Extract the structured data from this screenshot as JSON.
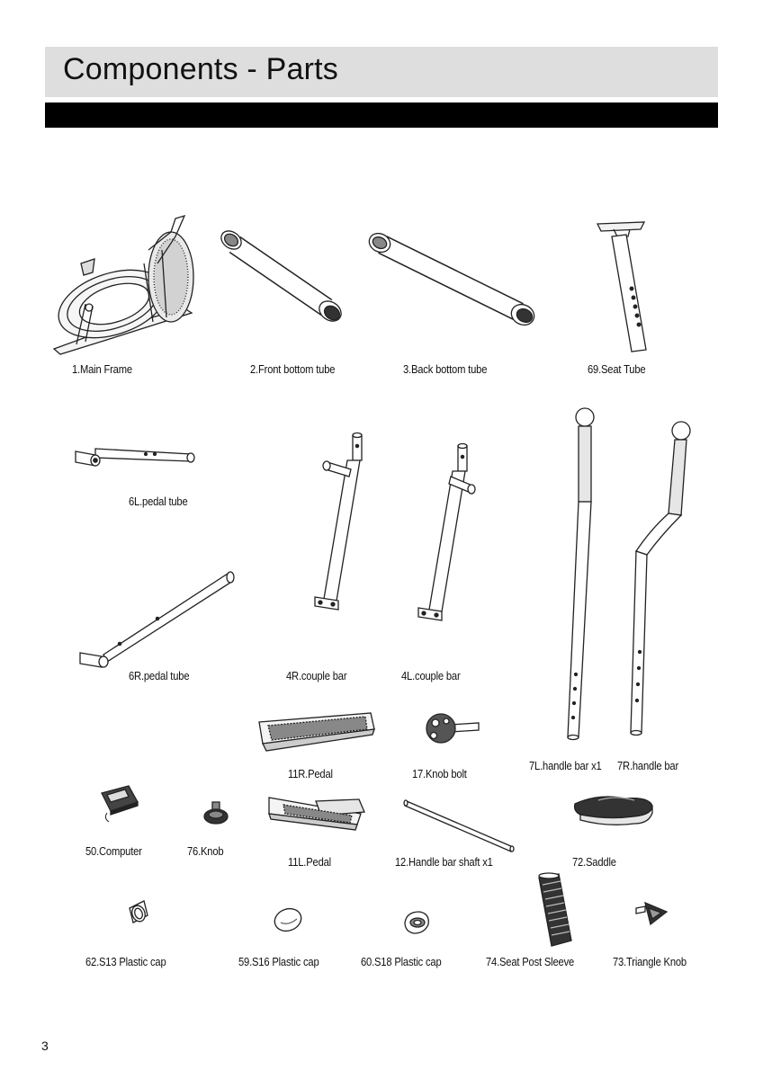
{
  "header": {
    "title": "Components - Parts"
  },
  "parts": [
    {
      "name": "main-frame",
      "label": "1.Main Frame"
    },
    {
      "name": "front-bottom-tube",
      "label": "2.Front bottom tube"
    },
    {
      "name": "back-bottom-tube",
      "label": "3.Back bottom tube"
    },
    {
      "name": "seat-tube",
      "label": "69.Seat Tube"
    },
    {
      "name": "pedal-tube-left",
      "label": "6L.pedal tube"
    },
    {
      "name": "pedal-tube-right",
      "label": "6R.pedal tube"
    },
    {
      "name": "couple-bar-right",
      "label": "4R.couple bar"
    },
    {
      "name": "couple-bar-left",
      "label": "4L.couple bar"
    },
    {
      "name": "handle-bar-left",
      "label": "7L.handle bar x1"
    },
    {
      "name": "handle-bar-right",
      "label": "7R.handle bar"
    },
    {
      "name": "pedal-right",
      "label": "11R.Pedal"
    },
    {
      "name": "knob-bolt",
      "label": "17.Knob bolt"
    },
    {
      "name": "computer",
      "label": "50.Computer"
    },
    {
      "name": "knob",
      "label": "76.Knob"
    },
    {
      "name": "pedal-left",
      "label": "11L.Pedal"
    },
    {
      "name": "handle-bar-shaft",
      "label": "12.Handle bar shaft  x1"
    },
    {
      "name": "saddle",
      "label": "72.Saddle"
    },
    {
      "name": "s13-plastic-cap",
      "label": "62.S13 Plastic cap"
    },
    {
      "name": "s16-plastic-cap",
      "label": "59.S16 Plastic cap"
    },
    {
      "name": "s18-plastic-cap",
      "label": "60.S18 Plastic cap"
    },
    {
      "name": "seat-post-sleeve",
      "label": "74.Seat Post Sleeve"
    },
    {
      "name": "triangle-knob",
      "label": "73.Triangle Knob"
    }
  ],
  "footer": {
    "page_number": "3"
  }
}
